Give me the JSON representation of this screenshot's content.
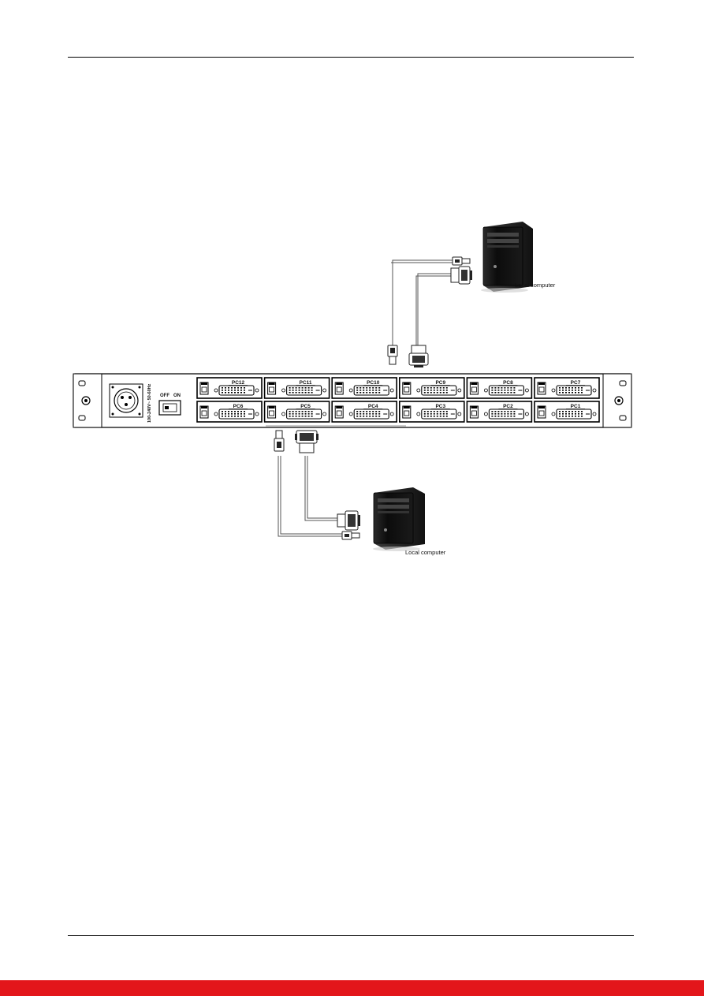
{
  "colors": {
    "footer_bar": "#e3161b",
    "rules": "#000000"
  },
  "panel": {
    "power_rating": "100-240V~ 50-60Hz",
    "switch": {
      "off_label": "OFF",
      "on_label": "ON"
    },
    "ports_top": [
      "PC12",
      "PC11",
      "PC10",
      "PC9",
      "PC8",
      "PC7"
    ],
    "ports_bottom": [
      "PC6",
      "PC5",
      "PC4",
      "PC3",
      "PC2",
      "PC1"
    ]
  },
  "computers": {
    "top": {
      "label": "Local computer"
    },
    "bottom": {
      "label": "Local computer"
    }
  }
}
